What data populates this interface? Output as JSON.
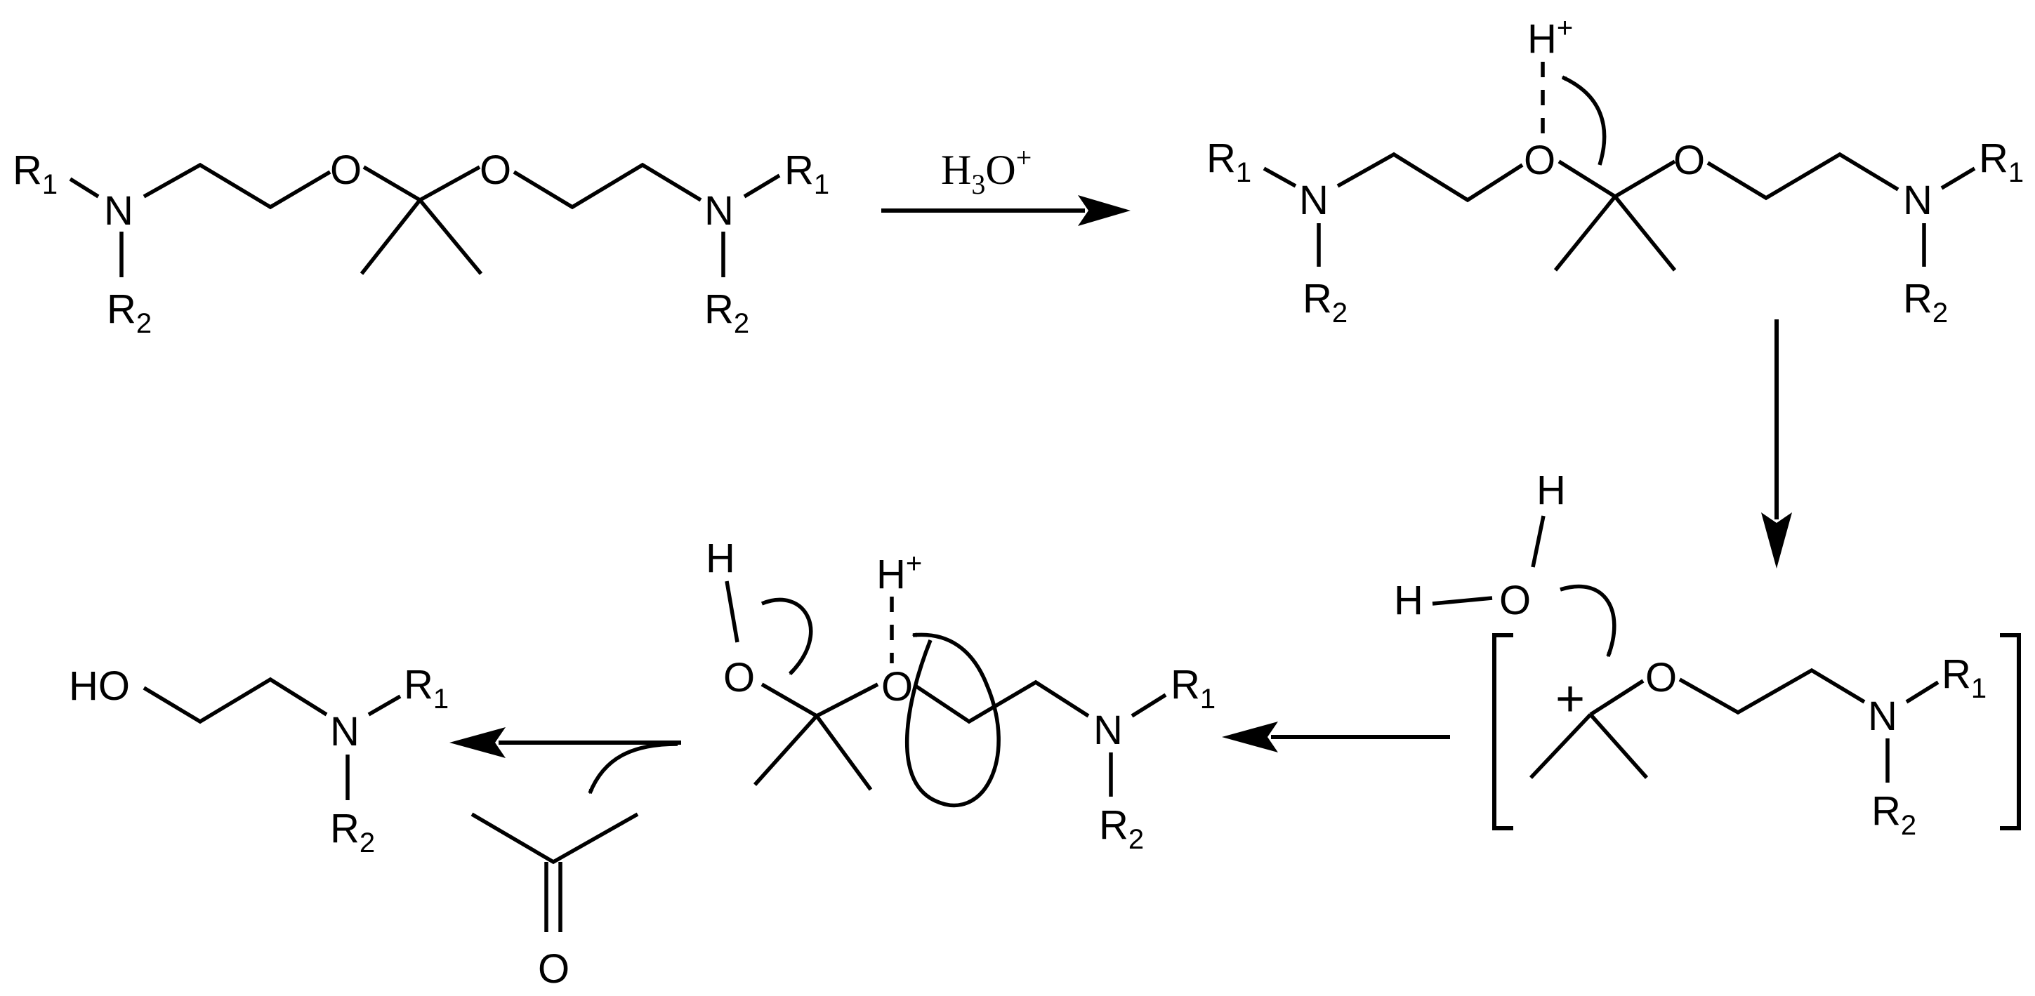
{
  "reagent": {
    "h": "H",
    "sub": "3",
    "o": "O",
    "sup": "+"
  },
  "atoms": {
    "N": "N",
    "O": "O",
    "H": "H",
    "HO": "HO",
    "R": "R",
    "one": "1",
    "two": "2",
    "plus": "+",
    "hplus": "H"
  }
}
